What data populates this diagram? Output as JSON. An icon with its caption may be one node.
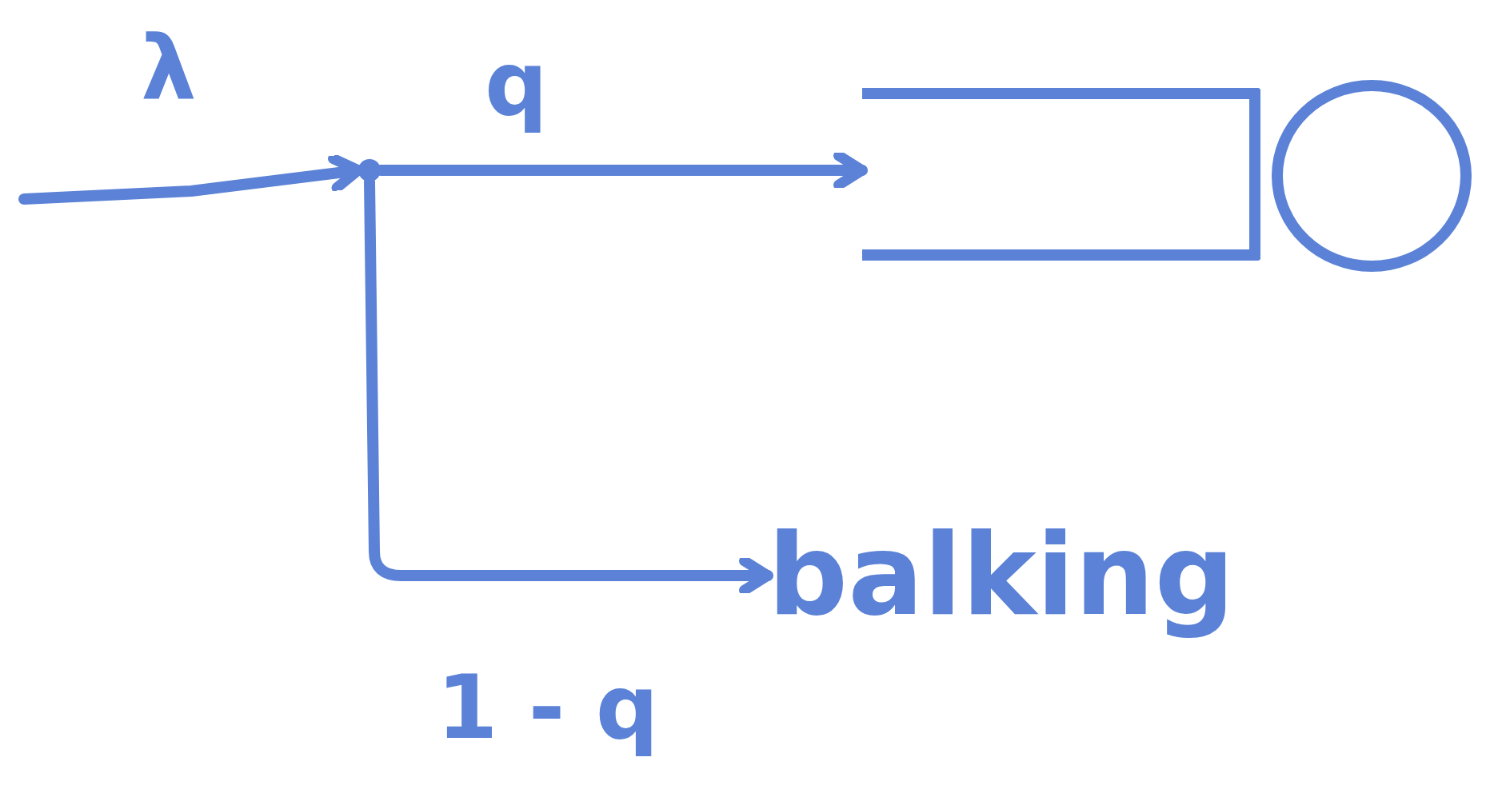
{
  "diagram": {
    "nodes": [
      {
        "text": [],
        "shape": "circle"
      },
      {
        "text": [],
        "shape": "box"
      },
      {
        "text": [],
        "shape": "circle"
      },
      {
        "text": [
          "balking"
        ]
      }
    ],
    "edges": [
      {
        "from": null,
        "to": 0,
        "arrow": "to",
        "label": "λ"
      },
      {
        "from": 0,
        "to": 1,
        "arrow": "to",
        "label": "q"
      },
      {
        "from": 0,
        "to": 3,
        "arrow": "to",
        "label": "1 - q"
      }
    ]
  }
}
